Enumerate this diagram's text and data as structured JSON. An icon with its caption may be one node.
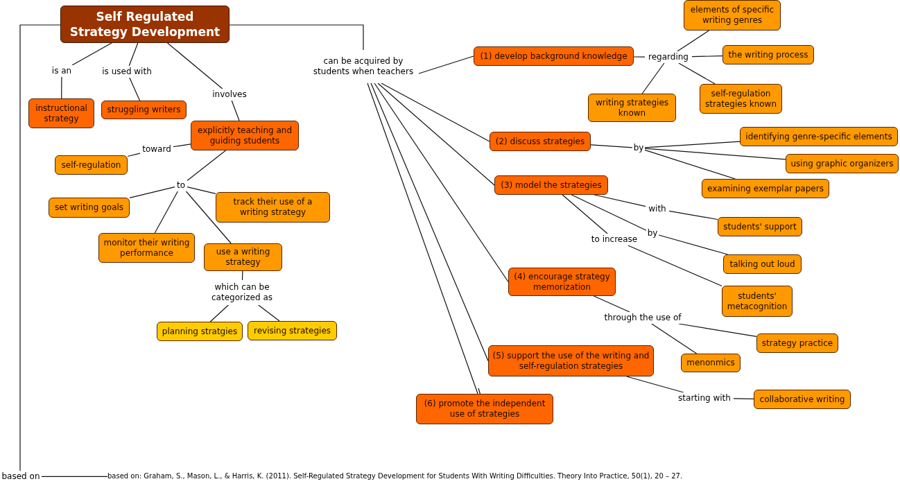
{
  "diagram": {
    "nodes": [
      {
        "text": [
          "Self Regulated Strategy Development"
        ]
      },
      {
        "text": [
          "is an"
        ]
      },
      {
        "text": [
          "is used with"
        ]
      },
      {
        "text": [
          "involves"
        ]
      },
      {
        "text": [
          "can be acquired by students when teachers"
        ]
      },
      {
        "text": [
          "instructional strategy"
        ]
      },
      {
        "text": [
          "struggling writers"
        ]
      },
      {
        "text": [
          "explicitly teaching and guiding students"
        ]
      },
      {
        "text": [
          "toward"
        ]
      },
      {
        "text": [
          "self-regulation"
        ]
      },
      {
        "text": [
          "to"
        ]
      },
      {
        "text": [
          "set writing goals"
        ]
      },
      {
        "text": [
          "track their use of a writing strategy"
        ]
      },
      {
        "text": [
          "monitor their writing performance"
        ]
      },
      {
        "text": [
          "use a writing strategy"
        ]
      },
      {
        "text": [
          "which can be categorized as"
        ]
      },
      {
        "text": [
          "planning stratgies"
        ]
      },
      {
        "text": [
          "revising strategies"
        ]
      },
      {
        "text": [
          "(1) develop background knowledge"
        ]
      },
      {
        "text": [
          "regarding"
        ]
      },
      {
        "text": [
          "elements of specific writing genres"
        ]
      },
      {
        "text": [
          "the writing process"
        ]
      },
      {
        "text": [
          "writing strategies known"
        ]
      },
      {
        "text": [
          "self-regulation strategies known"
        ]
      },
      {
        "text": [
          "(2) discuss strategies"
        ]
      },
      {
        "text": [
          "by"
        ]
      },
      {
        "text": [
          "identifying genre-specific elements"
        ]
      },
      {
        "text": [
          "using graphic organizers"
        ]
      },
      {
        "text": [
          "examining exemplar papers"
        ]
      },
      {
        "text": [
          "(3) model the strategies"
        ]
      },
      {
        "text": [
          "with"
        ]
      },
      {
        "text": [
          "by"
        ]
      },
      {
        "text": [
          "to increase"
        ]
      },
      {
        "text": [
          "students' support"
        ]
      },
      {
        "text": [
          "talking out loud"
        ]
      },
      {
        "text": [
          "students' metacognition"
        ]
      },
      {
        "text": [
          "(4) encourage strategy memorization"
        ]
      },
      {
        "text": [
          "through the use of"
        ]
      },
      {
        "text": [
          "strategy practice"
        ]
      },
      {
        "text": [
          "menonmics"
        ]
      },
      {
        "text": [
          "(5) support the use of the writing and self-regulation strategies"
        ]
      },
      {
        "text": [
          "starting with"
        ]
      },
      {
        "text": [
          "collaborative writing"
        ]
      },
      {
        "text": [
          "(6) promote the independent use of strategies"
        ]
      },
      {
        "text": [
          "based on"
        ]
      },
      {
        "text": [
          "based on: Graham, S., Mason, L., & Harris, K. (2011). Self-Regulated Strategy Development for Students With Writing Difficulties. Theory Into Practice, 50(1), 20 – 27."
        ]
      }
    ],
    "edges": [
      {
        "from": 0,
        "to": 1,
        "arrow": "none"
      },
      {
        "from": 1,
        "to": 5,
        "arrow": "none"
      },
      {
        "from": 0,
        "to": 2,
        "arrow": "none"
      },
      {
        "from": 2,
        "to": 6,
        "arrow": "none"
      },
      {
        "from": 0,
        "to": 3,
        "arrow": "none"
      },
      {
        "from": 3,
        "to": 7,
        "arrow": "none"
      },
      {
        "from": 0,
        "to": 4,
        "arrow": "none"
      },
      {
        "from": 7,
        "to": 8,
        "arrow": "none"
      },
      {
        "from": 8,
        "to": 9,
        "arrow": "none"
      },
      {
        "from": 7,
        "to": 10,
        "arrow": "none"
      },
      {
        "from": 10,
        "to": 11,
        "arrow": "none"
      },
      {
        "from": 10,
        "to": 12,
        "arrow": "none"
      },
      {
        "from": 10,
        "to": 13,
        "arrow": "none"
      },
      {
        "from": 10,
        "to": 14,
        "arrow": "none"
      },
      {
        "from": 14,
        "to": 15,
        "arrow": "none"
      },
      {
        "from": 15,
        "to": 16,
        "arrow": "none"
      },
      {
        "from": 15,
        "to": 17,
        "arrow": "none"
      },
      {
        "from": 4,
        "to": 18,
        "arrow": "none"
      },
      {
        "from": 4,
        "to": 24,
        "arrow": "none"
      },
      {
        "from": 4,
        "to": 29,
        "arrow": "none"
      },
      {
        "from": 4,
        "to": 36,
        "arrow": "none"
      },
      {
        "from": 4,
        "to": 40,
        "arrow": "none"
      },
      {
        "from": 4,
        "to": 43,
        "arrow": "none"
      },
      {
        "from": 18,
        "to": 19,
        "arrow": "none"
      },
      {
        "from": 19,
        "to": 20,
        "arrow": "none"
      },
      {
        "from": 19,
        "to": 21,
        "arrow": "none"
      },
      {
        "from": 19,
        "to": 22,
        "arrow": "none"
      },
      {
        "from": 19,
        "to": 23,
        "arrow": "none"
      },
      {
        "from": 24,
        "to": 25,
        "arrow": "none"
      },
      {
        "from": 25,
        "to": 26,
        "arrow": "none"
      },
      {
        "from": 25,
        "to": 27,
        "arrow": "none"
      },
      {
        "from": 25,
        "to": 28,
        "arrow": "none"
      },
      {
        "from": 29,
        "to": 30,
        "arrow": "none"
      },
      {
        "from": 30,
        "to": 33,
        "arrow": "none"
      },
      {
        "from": 29,
        "to": 31,
        "arrow": "none"
      },
      {
        "from": 31,
        "to": 34,
        "arrow": "none"
      },
      {
        "from": 29,
        "to": 32,
        "arrow": "none"
      },
      {
        "from": 32,
        "to": 35,
        "arrow": "none"
      },
      {
        "from": 36,
        "to": 37,
        "arrow": "none"
      },
      {
        "from": 37,
        "to": 38,
        "arrow": "none"
      },
      {
        "from": 37,
        "to": 39,
        "arrow": "none"
      },
      {
        "from": 40,
        "to": 41,
        "arrow": "none"
      },
      {
        "from": 41,
        "to": 42,
        "arrow": "none"
      },
      {
        "from": 43,
        "to": null,
        "arrow": "none"
      },
      {
        "from": 0,
        "to": 44,
        "arrow": "none"
      },
      {
        "from": 44,
        "to": 45,
        "arrow": "none"
      }
    ]
  }
}
